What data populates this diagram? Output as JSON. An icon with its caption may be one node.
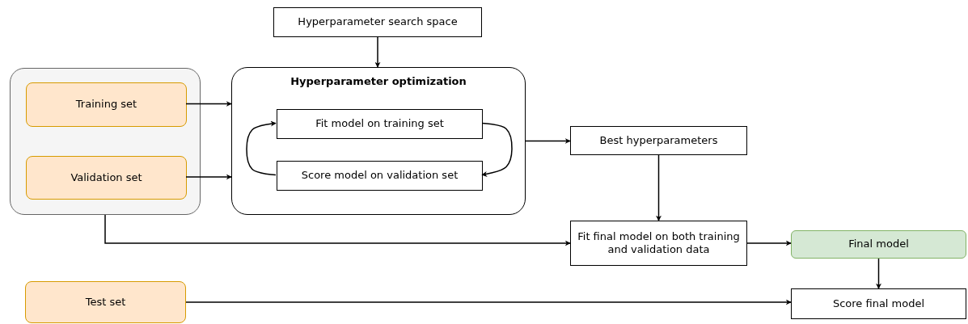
{
  "diagram": {
    "nodes": [
      {
        "text": [],
        "shape": "box"
      },
      {
        "text": [
          "Training set"
        ],
        "in": 0
      },
      {
        "text": [
          "Validation set"
        ],
        "in": 0
      },
      {
        "text": [
          "Hyperparameter search space"
        ]
      },
      {
        "text": [
          "Hyperparameter optimization"
        ]
      },
      {
        "text": [
          "Fit model on training set"
        ],
        "in": 4
      },
      {
        "text": [
          "Score model on validation set"
        ],
        "in": 4
      },
      {
        "text": [
          "Best hyperparameters"
        ]
      },
      {
        "text": [
          "Fit final model on both training and validation data"
        ]
      },
      {
        "text": [
          "Final model"
        ]
      },
      {
        "text": [
          "Test set"
        ]
      },
      {
        "text": [
          "Score final model"
        ]
      }
    ],
    "edges": [
      {
        "from": 1,
        "to": 4,
        "arrow": "to"
      },
      {
        "from": 2,
        "to": 4,
        "arrow": "to"
      },
      {
        "from": 3,
        "to": 4,
        "arrow": "to"
      },
      {
        "from": 5,
        "to": 6,
        "arrow": "to"
      },
      {
        "from": 6,
        "to": 5,
        "arrow": "to"
      },
      {
        "from": 4,
        "to": 7,
        "arrow": "to"
      },
      {
        "from": 7,
        "to": 8,
        "arrow": "to"
      },
      {
        "from": 0,
        "to": 8,
        "arrow": "to"
      },
      {
        "from": 8,
        "to": 9,
        "arrow": "to"
      },
      {
        "from": 9,
        "to": 11,
        "arrow": "to"
      },
      {
        "from": 10,
        "to": 11,
        "arrow": "to"
      }
    ]
  }
}
